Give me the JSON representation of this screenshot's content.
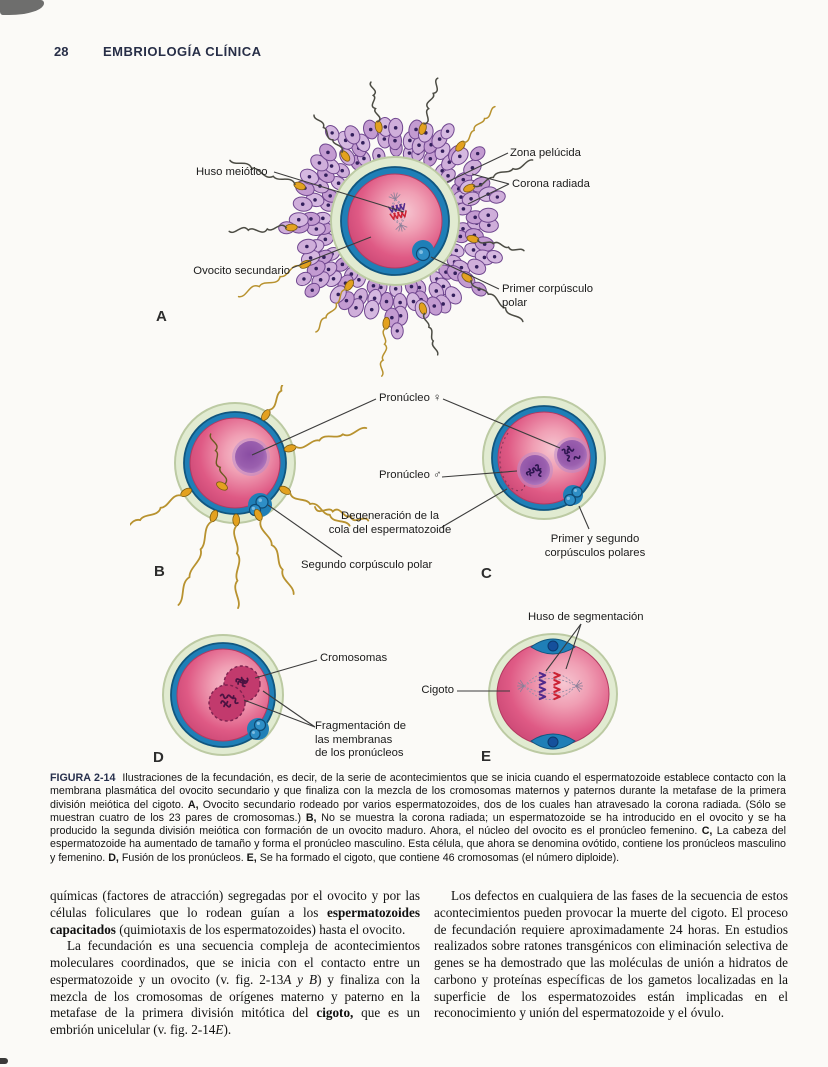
{
  "page_header": {
    "page_number": "28",
    "title": "EMBRIOLOGÍA CLÍNICA"
  },
  "figure": {
    "panels": {
      "a": {
        "letter": "A",
        "huso_meiotico": "Huso meiótico",
        "zona_pelucida": "Zona pelúcida",
        "corona_radiada": "Corona radiada",
        "ovocito_secundario": "Ovocito secundario",
        "primer_corpusculo": "Primer corpúsculo\npolar"
      },
      "b": {
        "letter": "B",
        "pronucleo_f": "Pronúcleo ♀",
        "pronucleo_m": "Pronúcleo ♂",
        "degeneracion": "Degeneración de la\ncola del espermatozoide",
        "segundo_corpusculo": "Segundo corpúsculo polar"
      },
      "c": {
        "letter": "C",
        "corpusculos": "Primer y segundo\ncorpúsculos polares"
      },
      "d": {
        "letter": "D",
        "cromosomas": "Cromosomas",
        "fragmentacion": "Fragmentación de\nlas membranas\nde los pronúcleos"
      },
      "e": {
        "letter": "E",
        "huso_segmentacion": "Huso de segmentación",
        "cigoto": "Cigoto"
      }
    },
    "caption": {
      "label": "FIGURA 2-14",
      "intro": "Ilustraciones de la fecundación, es decir, de la serie de acontecimientos que se inicia cuando el espermatozoide establece contacto con la membrana plasmática del ovocito secundario y que finaliza con la mezcla de los cromosomas maternos y paternos durante la metafase de la primera división meiótica del cigoto. ",
      "a_bold": "A,",
      "a_text": " Ovocito secundario rodeado por varios espermatozoides, dos de los cuales han atravesado la corona radiada. (Sólo se muestran cuatro de los 23 pares de cromosomas.) ",
      "b_bold": "B,",
      "b_text": " No se muestra la corona radiada; un espermatozoide se ha introducido en el ovocito y se ha producido la segunda división meiótica con formación de un ovocito maduro. Ahora, el núcleo del ovocito es el pronúcleo femenino. ",
      "c_bold": "C,",
      "c_text": " La cabeza del espermatozoide ha aumentado de tamaño y forma el pronúcleo masculino. Esta célula, que ahora se denomina ovótido, contiene los pronúcleos masculino y femenino. ",
      "d_bold": "D,",
      "d_text": " Fusión de los pronúcleos. ",
      "e_bold": "E,",
      "e_text": " Se ha formado el cigoto, que contiene 46 cromosomas (el número diploide)."
    }
  },
  "body": {
    "left": {
      "p1_t1": "químicas (factores de atracción) segregadas por el ovocito y por las células foliculares que lo rodean guían a los ",
      "p1_b1": "espermatozoides capacitados",
      "p1_t2": " (quimiotaxis de los espermatozoides) hasta el ovocito.",
      "p2_t1": "La fecundación es una secuencia compleja de acontecimientos moleculares coordinados, que se inicia con el contacto entre un espermatozoide y un ovocito (v. fig. 2-13",
      "p2_i1": "A y B",
      "p2_t2": ") y finaliza con la mezcla de los cromosomas de orígenes materno y paterno en la metafase de la primera división mitótica del ",
      "p2_b1": "cigoto,",
      "p2_t3": " que es un embrión unicelular (v. fig. 2-14",
      "p2_i2": "E",
      "p2_t4": ")."
    },
    "right": {
      "p1": "Los defectos en cualquiera de las fases de la secuencia de estos acontecimientos pueden provocar la muerte del cigoto. El proceso de fecundación requiere aproximadamente 24 horas. En estudios realizados sobre ratones transgénicos con eliminación selectiva de genes se ha demostrado que las moléculas de unión a hidratos de carbono y proteínas específicas de los gametos localizadas en la superficie de los espermatozoides están implicadas en el reconocimiento y unión del espermatozoide y el óvulo."
    }
  },
  "illustration_colors": {
    "cytoplasm_pink": "#df5a85",
    "cytoplasm_highlight": "#f6c6d1",
    "zona_pellucida_green": "#e1ebd1",
    "membrane_blue": "#1f7fb7",
    "corona_cell_purple": "#c8a4d6",
    "corona_nucleus": "#33205c",
    "pronucleus_purple": "#9a5fae",
    "sperm_head_orange": "#e3a11f",
    "sperm_tail_dark": "#4c4c44",
    "sperm_tail_olive": "#b8922f",
    "chromosome_red": "#cc2233",
    "chromosome_violet": "#522a8c",
    "leader_line": "#3c3c3c"
  }
}
